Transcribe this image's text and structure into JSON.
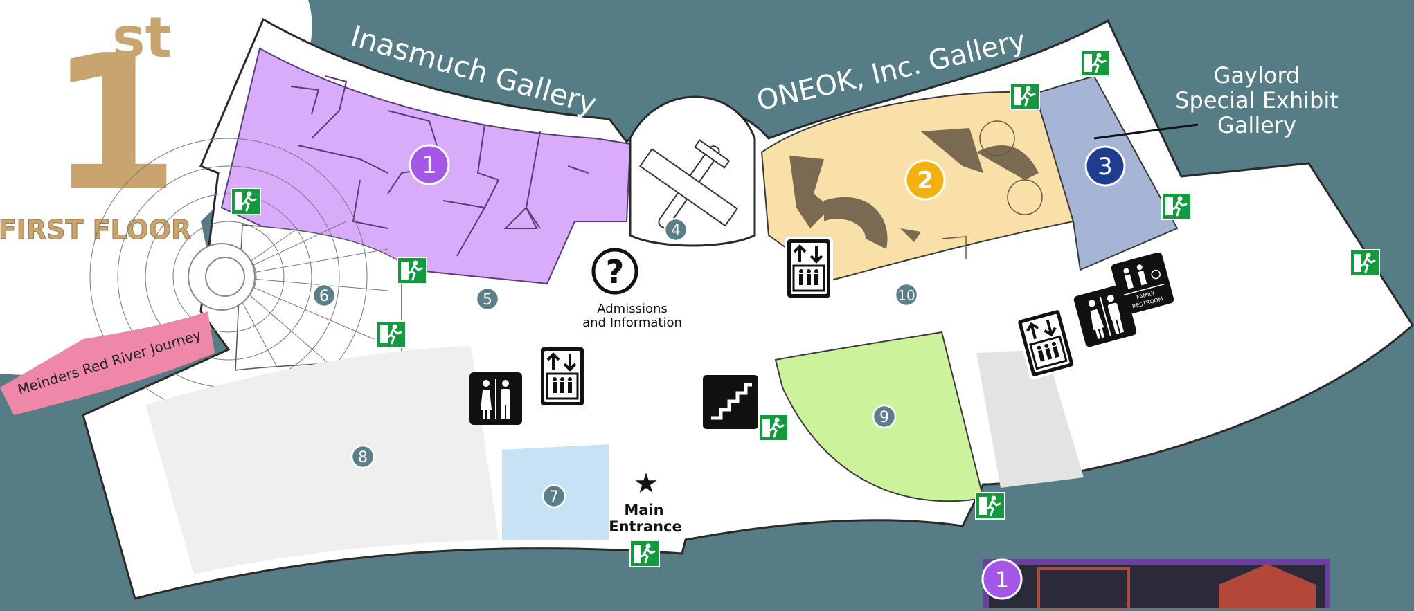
{
  "floor": {
    "number": "1",
    "suffix": "st",
    "title": "FIRST FLOOR"
  },
  "galleries": {
    "inasmuch": "Inasmuch Gallery",
    "oneok": "ONEOK, Inc. Gallery",
    "gaylord": [
      "Gaylord",
      "Special Exhibit",
      "Gallery"
    ],
    "meinders": "Meinders Red River Journey"
  },
  "markers": {
    "m1": "1",
    "m2": "2",
    "m3": "3",
    "m4": "4",
    "m5": "5",
    "m6": "6",
    "m7": "7",
    "m8": "8",
    "m9": "9",
    "m10": "10"
  },
  "admissions": [
    "Admissions",
    "and Information"
  ],
  "main_entrance": [
    "Main",
    "Entrance"
  ],
  "restroom": {
    "family_line1": "FAMILY",
    "family_line2": "RESTROOM"
  },
  "thumbnail": {
    "marker": "1"
  },
  "icons": [
    "exit-sign-icon",
    "elevator-icon",
    "restroom-icon",
    "family-restroom-icon",
    "stairs-icon",
    "information-icon",
    "star-icon",
    "airplane-icon"
  ],
  "colors": {
    "background": "#567c86",
    "gallery1": "#d8acfb",
    "gallery2": "#f8e0a8",
    "gallery3": "#a6b4d6",
    "room7": "#c6e2f4",
    "room9": "#ccf29c",
    "meinders": "#ef88a8",
    "floor_title": "#c9a46e",
    "marker1": "#a456e8",
    "marker2": "#f2b10f",
    "marker3": "#1f3c8e",
    "marker_gray": "#5a7f89",
    "exit_green": "#129a3d"
  }
}
